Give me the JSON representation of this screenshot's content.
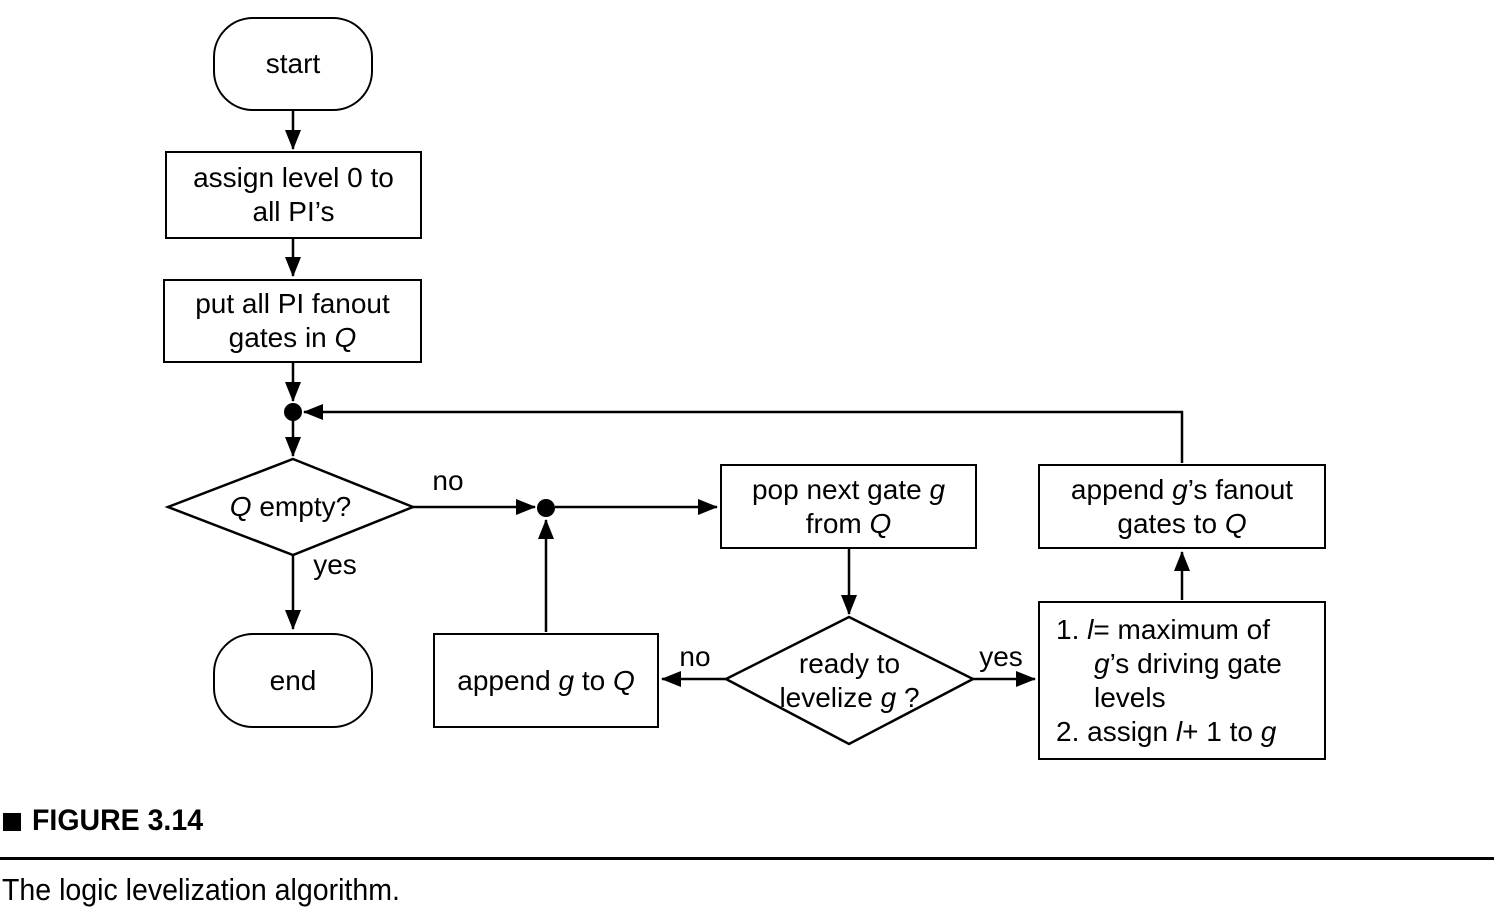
{
  "figure": {
    "label": "FIGURE 3.14",
    "caption": "The logic levelization algorithm."
  },
  "flowchart": {
    "nodes": {
      "start": {
        "type": "terminal",
        "lines": [
          [
            {
              "t": "start"
            }
          ]
        ]
      },
      "assign_level": {
        "type": "process",
        "lines": [
          [
            {
              "t": "assign level 0 to"
            }
          ],
          [
            {
              "t": "all PI’s"
            }
          ]
        ]
      },
      "put_fanout": {
        "type": "process",
        "lines": [
          [
            {
              "t": "put all PI fanout"
            }
          ],
          [
            {
              "t": "gates in "
            },
            {
              "t": "Q",
              "i": true
            }
          ]
        ]
      },
      "q_empty": {
        "type": "decision",
        "lines": [
          [
            {
              "t": "Q",
              "i": true
            },
            {
              "t": " empty?"
            }
          ]
        ]
      },
      "end": {
        "type": "terminal",
        "lines": [
          [
            {
              "t": "end"
            }
          ]
        ]
      },
      "pop_gate": {
        "type": "process",
        "lines": [
          [
            {
              "t": "pop next gate "
            },
            {
              "t": "g",
              "i": true
            }
          ],
          [
            {
              "t": "from "
            },
            {
              "t": "Q",
              "i": true
            }
          ]
        ]
      },
      "ready_levelize": {
        "type": "decision",
        "lines": [
          [
            {
              "t": "ready to"
            }
          ],
          [
            {
              "t": "levelize "
            },
            {
              "t": "g",
              "i": true
            },
            {
              "t": " ?"
            }
          ]
        ]
      },
      "append_g": {
        "type": "process",
        "lines": [
          [
            {
              "t": "append "
            },
            {
              "t": "g",
              "i": true
            },
            {
              "t": " to "
            },
            {
              "t": "Q",
              "i": true
            }
          ]
        ]
      },
      "levelize_steps": {
        "type": "process",
        "lines": [
          [
            {
              "t": "1. "
            },
            {
              "t": "l",
              "i": true
            },
            {
              "t": "= maximum of"
            }
          ],
          [
            {
              "t": "g",
              "i": true
            },
            {
              "t": "’s driving gate"
            }
          ],
          [
            {
              "t": "levels"
            }
          ],
          [
            {
              "t": "2. assign "
            },
            {
              "t": "l",
              "i": true
            },
            {
              "t": "+ 1 to "
            },
            {
              "t": "g",
              "i": true
            }
          ]
        ]
      },
      "append_fanout": {
        "type": "process",
        "lines": [
          [
            {
              "t": "append "
            },
            {
              "t": "g",
              "i": true
            },
            {
              "t": "’s fanout"
            }
          ],
          [
            {
              "t": "gates to "
            },
            {
              "t": "Q",
              "i": true
            }
          ]
        ]
      }
    },
    "edge_labels": {
      "q_empty_no": "no",
      "q_empty_yes": "yes",
      "ready_no": "no",
      "ready_yes": "yes"
    }
  },
  "colors": {
    "ink": "#000000",
    "background": "#ffffff"
  }
}
